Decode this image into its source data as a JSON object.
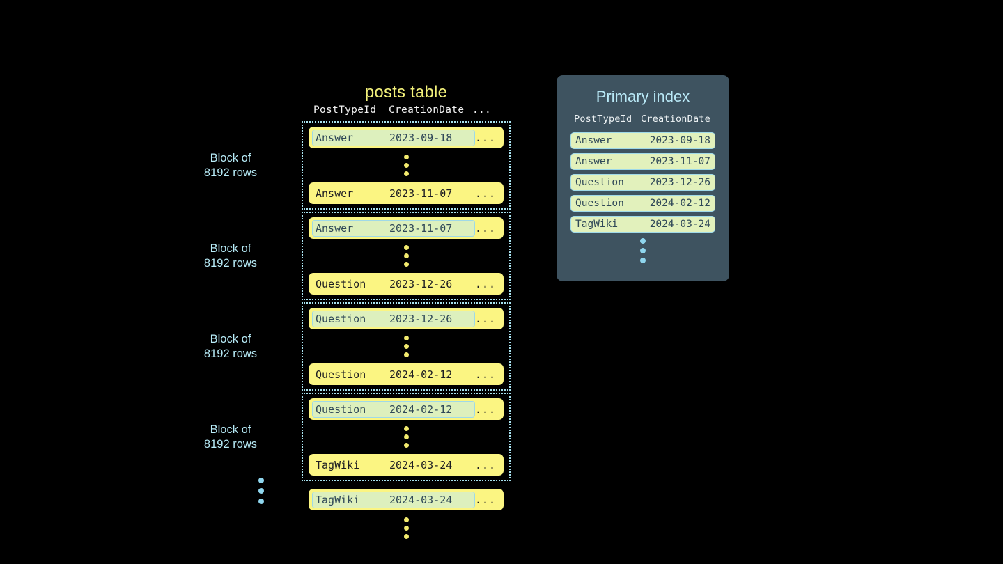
{
  "posts_table": {
    "title": "posts table",
    "columns": [
      "PostTypeId",
      "CreationDate",
      "..."
    ],
    "blocks": [
      {
        "label": "Block of\n8192 rows",
        "first_row": {
          "post_type_id": "Answer",
          "creation_date": "2023-09-18",
          "rest": "...",
          "mark": true
        },
        "ellipsis": "vertical-dots",
        "last_row": {
          "post_type_id": "Answer",
          "creation_date": "2023-11-07",
          "rest": "...",
          "mark": false
        }
      },
      {
        "label": "Block of\n8192 rows",
        "first_row": {
          "post_type_id": "Answer",
          "creation_date": "2023-11-07",
          "rest": "...",
          "mark": true
        },
        "ellipsis": "vertical-dots",
        "last_row": {
          "post_type_id": "Question",
          "creation_date": "2023-12-26",
          "rest": "...",
          "mark": false
        }
      },
      {
        "label": "Block of\n8192 rows",
        "first_row": {
          "post_type_id": "Question",
          "creation_date": "2023-12-26",
          "rest": "...",
          "mark": true
        },
        "ellipsis": "vertical-dots",
        "last_row": {
          "post_type_id": "Question",
          "creation_date": "2024-02-12",
          "rest": "...",
          "mark": false
        }
      },
      {
        "label": "Block of\n8192 rows",
        "first_row": {
          "post_type_id": "Question",
          "creation_date": "2024-02-12",
          "rest": "...",
          "mark": true
        },
        "ellipsis": "vertical-dots",
        "last_row": {
          "post_type_id": "TagWiki",
          "creation_date": "2024-03-24",
          "rest": "...",
          "mark": false
        }
      }
    ],
    "trailing_row": {
      "post_type_id": "TagWiki",
      "creation_date": "2024-03-24",
      "rest": "...",
      "mark": true
    },
    "trailing_ellipsis": "vertical-dots",
    "left_ellipsis": "vertical-dots"
  },
  "primary_index": {
    "title": "Primary index",
    "columns": [
      "PostTypeId",
      "CreationDate"
    ],
    "rows": [
      {
        "post_type_id": "Answer",
        "creation_date": "2023-09-18"
      },
      {
        "post_type_id": "Answer",
        "creation_date": "2023-11-07"
      },
      {
        "post_type_id": "Question",
        "creation_date": "2023-12-26"
      },
      {
        "post_type_id": "Question",
        "creation_date": "2024-02-12"
      },
      {
        "post_type_id": "TagWiki",
        "creation_date": "2024-03-24"
      }
    ],
    "trailing_ellipsis": "vertical-dots"
  },
  "colors": {
    "background": "#000000",
    "row_yellow": "#fbf582",
    "mark_green": "#ddf0bd",
    "accent_blue": "#a8e2ef",
    "panel_slate": "#3e5360",
    "title_yellow": "#f2f07a",
    "index_row_green": "#e2f1bc",
    "dot_yellow": "#f2ea6e",
    "dot_blue": "#8fd6ee"
  }
}
